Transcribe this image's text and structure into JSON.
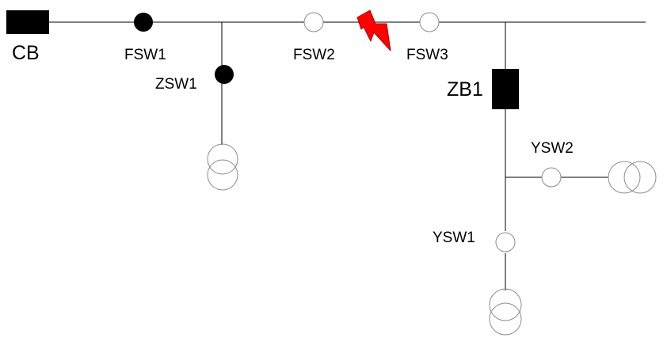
{
  "diagram": {
    "labels": {
      "breaker": "CB",
      "fsw1": "FSW1",
      "fsw2": "FSW2",
      "fsw3": "FSW3",
      "zsw1": "ZSW1",
      "zb1": "ZB1",
      "ysw1": "YSW1",
      "ysw2": "YSW2"
    },
    "switch_states": {
      "fsw1": "closed",
      "fsw2": "open",
      "fsw3": "open",
      "zsw1": "closed",
      "ysw1": "open",
      "ysw2": "open"
    },
    "fault_location": "between FSW2 and FSW3",
    "colors": {
      "line": "#000000",
      "closed_switch": "#000000",
      "open_switch_stroke": "#8c8c8c",
      "open_switch_fill": "#ffffff",
      "transformer_stroke": "#8c8c8c",
      "fault_fill": "#ff0000",
      "fault_stroke": "#b00000"
    },
    "icons": {
      "breaker": "filled-rectangle",
      "closed_switch": "filled-circle",
      "open_switch": "hollow-circle",
      "transformer": "double-circle",
      "fault": "lightning-bolt"
    }
  }
}
